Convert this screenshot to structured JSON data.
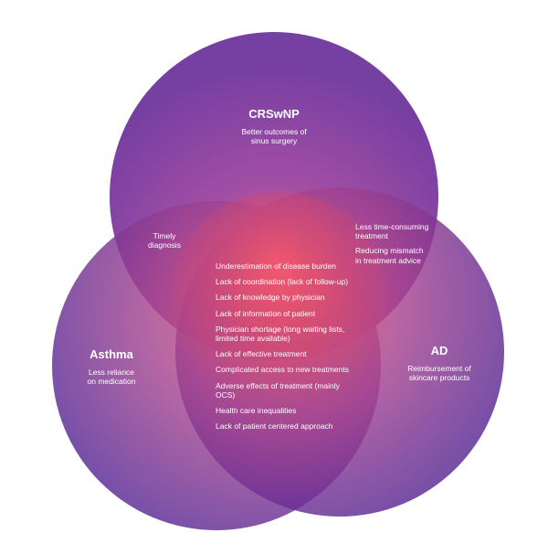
{
  "circles": [
    {
      "id": "crswnp",
      "title": "CRSwNP",
      "subtitle_lines": [
        "Better outcomes of",
        "sinus surgery"
      ]
    },
    {
      "id": "asthma",
      "title": "Asthma",
      "subtitle_lines": [
        "Less reliance",
        "on medication"
      ]
    },
    {
      "id": "ad",
      "title": "AD",
      "subtitle_lines": [
        "Reimbursement of",
        "skincare products"
      ]
    }
  ],
  "overlaps": {
    "crswnp_asthma": [
      "Timely",
      "diagnosis"
    ],
    "crswnp_ad": [
      [
        "Less time-consuming",
        "treatment"
      ],
      [
        "Reducing mismatch",
        "in treatment advice"
      ]
    ]
  },
  "center_items": [
    [
      "Underestimation of disease burden"
    ],
    [
      "Lack of coordination (lack of follow-up)"
    ],
    [
      "Lack of knowledge by physician"
    ],
    [
      "Lack of information of patient"
    ],
    [
      "Physician shortage (long waiting lists,",
      "limited time available)"
    ],
    [
      "Lack of effective treatment"
    ],
    [
      "Complicated access to new treatments"
    ],
    [
      "Adverse effects of treatment (mainly",
      "OCS)"
    ],
    [
      "Health care inequalities"
    ],
    [
      "Lack of patient centered approach"
    ]
  ],
  "colors": {
    "top_circle": "#7b3aa6",
    "top_circle_dark": "#5e2a93",
    "side_circle": "#a3469a",
    "center_glow": "#f0566f",
    "deep_purple": "#4d1f86",
    "text": "#ffffff"
  }
}
